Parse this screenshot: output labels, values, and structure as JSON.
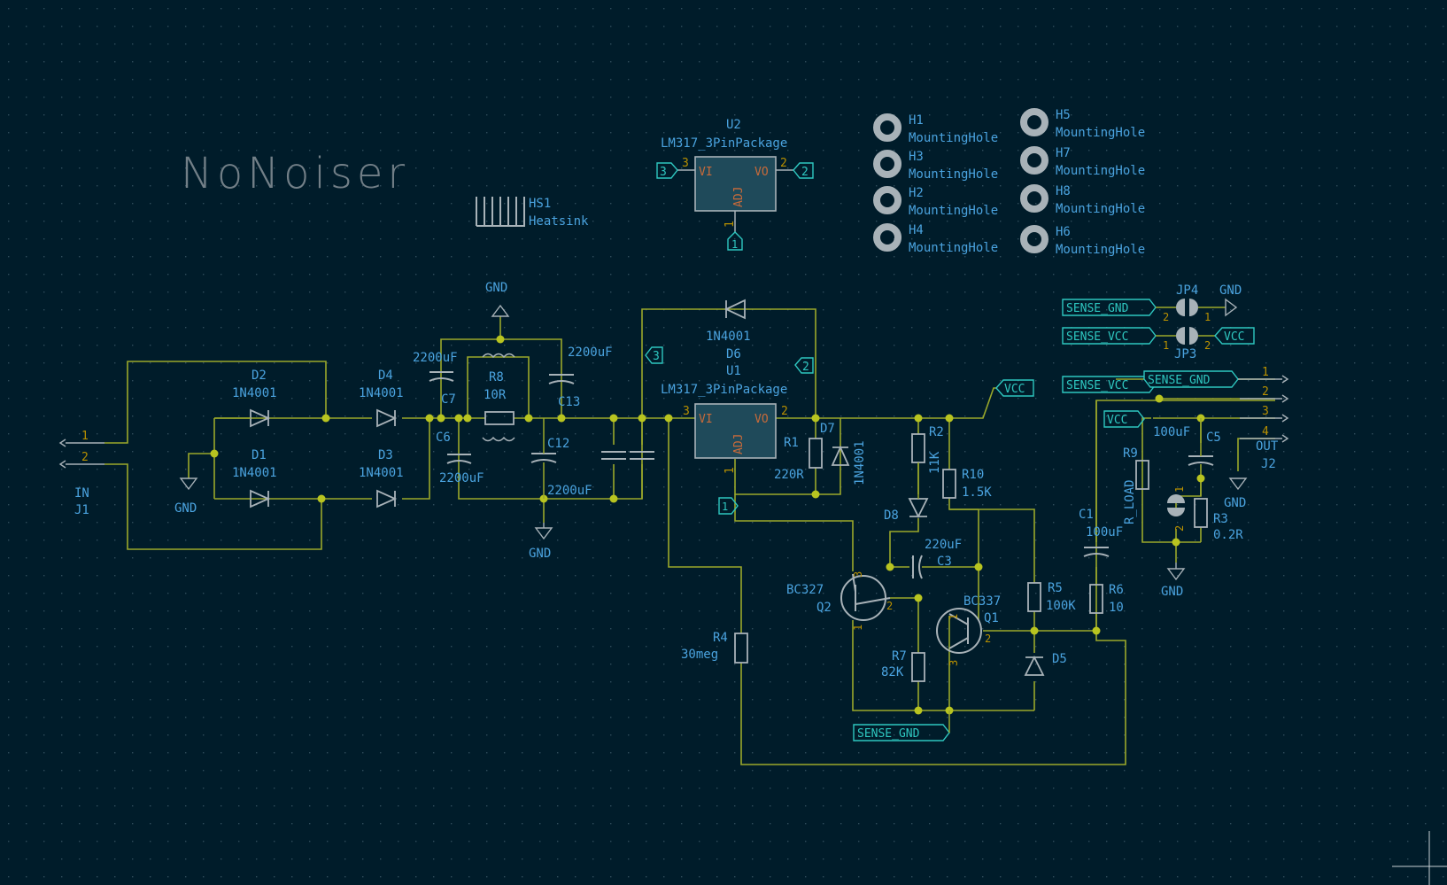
{
  "title": "NoNoiser",
  "colors": {
    "background": "#001c2a",
    "grid": "#2f4c5a",
    "wire": "#9aa82a",
    "junction": "#b8c420",
    "component": "#a8b2b8",
    "ref_label": "#4aa3df",
    "value_label": "#4aa3df",
    "pin_number": "#b89000",
    "pin_name": "#c86a3a",
    "net_label": "#2ec7c0",
    "ic_fill": "#1f4a5a",
    "title_text": "#7f8a92"
  },
  "heatsink": {
    "ref": "HS1",
    "value": "Heatsink"
  },
  "u2": {
    "ref": "U2",
    "value": "LM317_3PinPackage",
    "pin_vi": "VI",
    "pin_vo": "VO",
    "pin_adj": "ADJ",
    "p1": "1",
    "p2": "2",
    "p3": "3",
    "port_in": "3",
    "port_out": "2",
    "port_adj": "1"
  },
  "u1": {
    "ref": "U1",
    "value": "LM317_3PinPackage",
    "pin_vi": "VI",
    "pin_vo": "VO",
    "pin_adj": "ADJ",
    "p1": "1",
    "p2": "2",
    "p3": "3",
    "port_in": "3",
    "port_out": "2",
    "port_adj": "1"
  },
  "mounting_holes": [
    {
      "ref": "H1",
      "value": "MountingHole"
    },
    {
      "ref": "H3",
      "value": "MountingHole"
    },
    {
      "ref": "H2",
      "value": "MountingHole"
    },
    {
      "ref": "H4",
      "value": "MountingHole"
    },
    {
      "ref": "H5",
      "value": "MountingHole"
    },
    {
      "ref": "H7",
      "value": "MountingHole"
    },
    {
      "ref": "H8",
      "value": "MountingHole"
    },
    {
      "ref": "H6",
      "value": "MountingHole"
    }
  ],
  "j1": {
    "ref": "J1",
    "value": "IN",
    "p1": "1",
    "p2": "2"
  },
  "j2": {
    "ref": "J2",
    "value": "OUT",
    "p1": "1",
    "p2": "2",
    "p3": "3",
    "p4": "4"
  },
  "power": {
    "gnd": "GND",
    "vcc": "VCC"
  },
  "nets": {
    "sense_gnd": "SENSE_GND",
    "sense_vcc": "SENSE_VCC",
    "vcc": "VCC"
  },
  "jp4": {
    "ref": "JP4",
    "p1": "1",
    "p2": "2"
  },
  "jp3": {
    "ref": "JP3",
    "p1": "1",
    "p2": "2"
  },
  "d1": {
    "ref": "D1",
    "value": "1N4001"
  },
  "d2": {
    "ref": "D2",
    "value": "1N4001"
  },
  "d3": {
    "ref": "D3",
    "value": "1N4001"
  },
  "d4": {
    "ref": "D4",
    "value": "1N4001"
  },
  "d6": {
    "ref": "D6",
    "value": "1N4001"
  },
  "d7": {
    "ref": "D7",
    "value": "1N4001"
  },
  "d8": {
    "ref": "D8"
  },
  "d5": {
    "ref": "D5"
  },
  "c6": {
    "ref": "C6",
    "value": "2200uF"
  },
  "c7": {
    "ref": "C7",
    "value": "2200uF"
  },
  "c12": {
    "ref": "C12",
    "value": "2200uF"
  },
  "c13": {
    "ref": "C13",
    "value": "2200uF"
  },
  "c3": {
    "ref": "C3",
    "value": "220uF"
  },
  "c1": {
    "ref": "C1",
    "value": "100uF"
  },
  "c5": {
    "ref": "C5",
    "value": "100uF"
  },
  "r8": {
    "ref": "R8",
    "value": "10R"
  },
  "r1": {
    "ref": "R1",
    "value": "220R"
  },
  "r2": {
    "ref": "R2",
    "value": "11K"
  },
  "r10": {
    "ref": "R10",
    "value": "1.5K"
  },
  "r5": {
    "ref": "R5",
    "value": "100K"
  },
  "r6": {
    "ref": "R6",
    "value": "10"
  },
  "r7": {
    "ref": "R7",
    "value": "82K"
  },
  "r4": {
    "ref": "R4",
    "value": "30meg"
  },
  "r3": {
    "ref": "R3",
    "value": "0.2R"
  },
  "r9": {
    "ref": "R9",
    "value": "R_LOAD",
    "p1": "1",
    "p2": "2"
  },
  "q1": {
    "ref": "Q1",
    "value": "BC337",
    "p1": "1",
    "p2": "2",
    "p3": "3"
  },
  "q2": {
    "ref": "Q2",
    "value": "BC327",
    "p1": "1",
    "p2": "2",
    "p3": "3"
  }
}
